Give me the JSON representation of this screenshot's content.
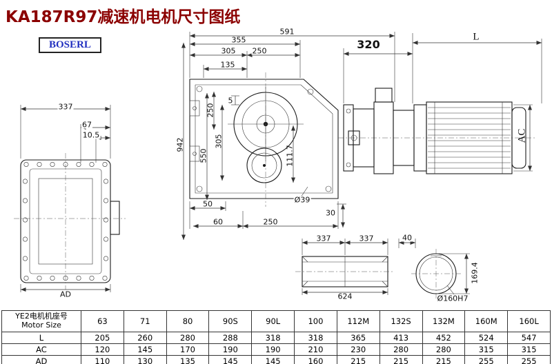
{
  "title": "KA187R97减速机电机尺寸图纸",
  "logo": "BOSERL",
  "dims": {
    "left": {
      "w337": "337",
      "h67": "67",
      "h10_5": "10.5",
      "ad": "AD"
    },
    "main": {
      "t355": "355",
      "t591": "591",
      "t305": "305",
      "t250": "250",
      "t135": "135",
      "v942": "942",
      "v550": "550",
      "v305": "305",
      "v250": "250",
      "v5": "5",
      "v111_7": "111.7",
      "b50": "50",
      "b60": "60",
      "b250": "250",
      "dia39": "Ø39",
      "b30": "30"
    },
    "motor": {
      "d320": "320",
      "len": "L",
      "ac": "AC"
    },
    "shaft": {
      "a337": "337",
      "b337": "337",
      "total624": "624"
    },
    "bore": {
      "d40": "40",
      "h169_4": "169.4",
      "dia": "Ø160H7"
    }
  },
  "table": {
    "header_cn": "YE2电机机座号",
    "header_en": "Motor Size",
    "columns": [
      "63",
      "71",
      "80",
      "90S",
      "90L",
      "100",
      "112M",
      "132S",
      "132M",
      "160M",
      "160L"
    ],
    "rows": [
      {
        "label": "L",
        "values": [
          "205",
          "260",
          "280",
          "288",
          "318",
          "318",
          "365",
          "413",
          "452",
          "524",
          "547"
        ]
      },
      {
        "label": "AC",
        "values": [
          "120",
          "145",
          "170",
          "190",
          "190",
          "210",
          "230",
          "280",
          "280",
          "315",
          "315"
        ]
      },
      {
        "label": "AD",
        "values": [
          "110",
          "130",
          "135",
          "145",
          "145",
          "160",
          "215",
          "215",
          "215",
          "255",
          "255"
        ]
      }
    ]
  }
}
